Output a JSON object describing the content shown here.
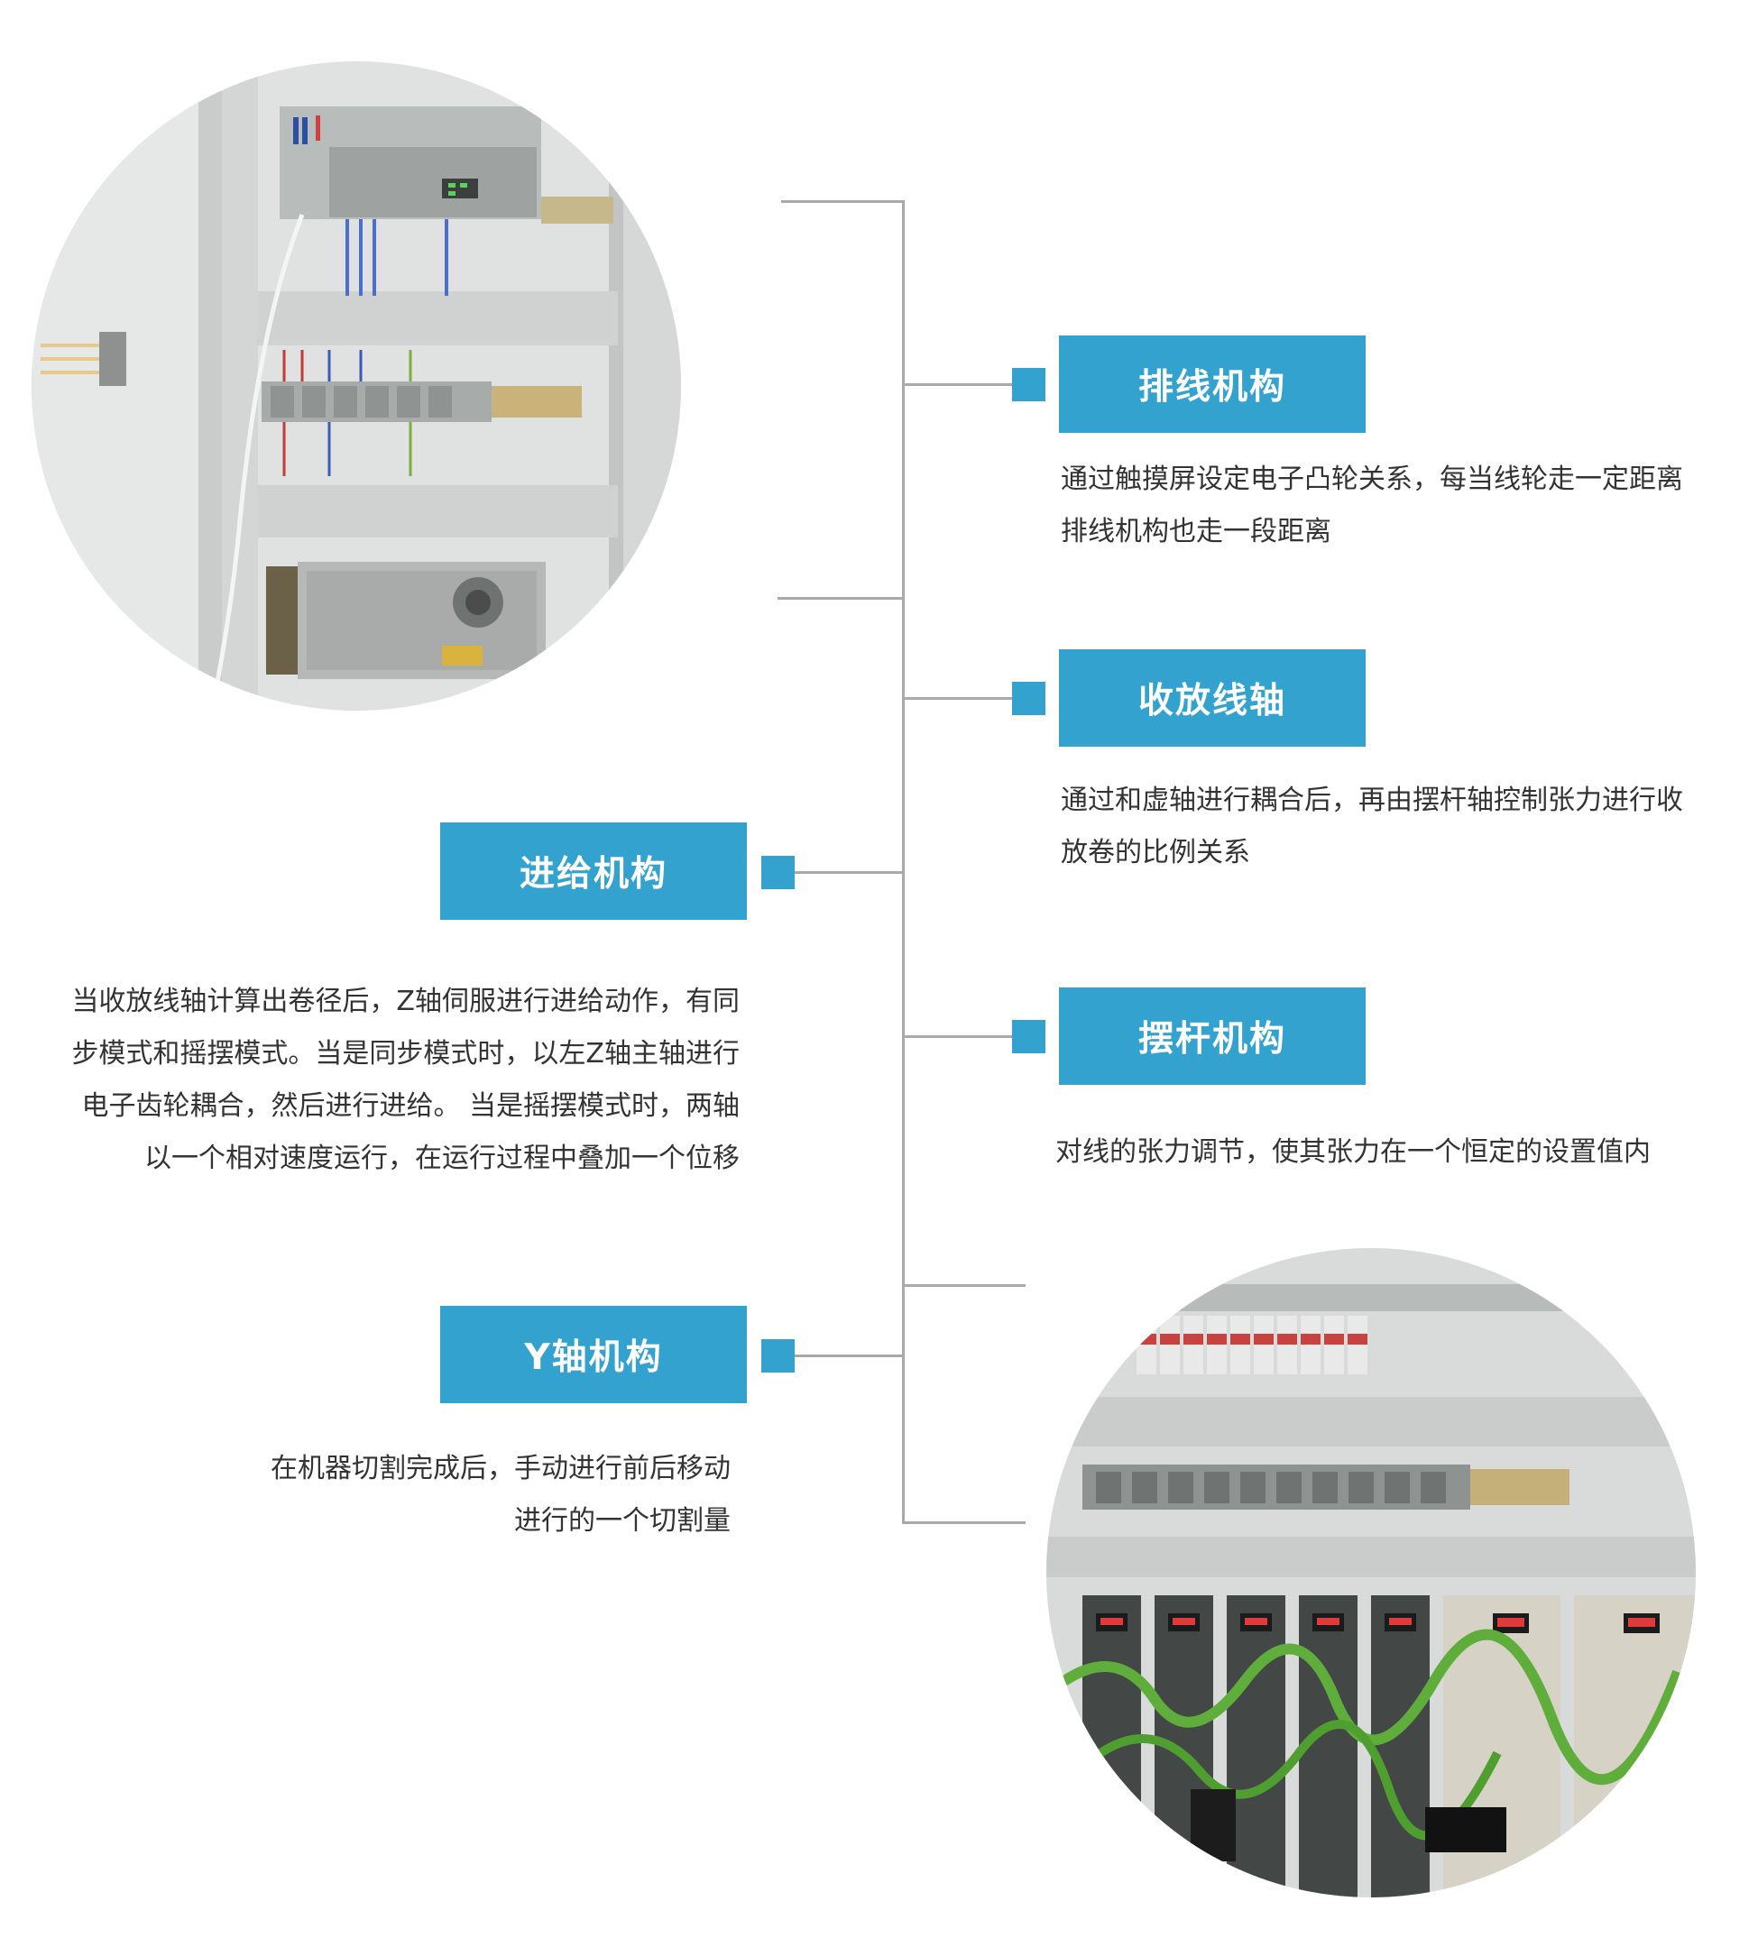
{
  "colors": {
    "accent": "#34a2cf",
    "line": "#a9a9a9",
    "text": "#333333"
  },
  "modules": [
    {
      "title": "排线机构",
      "lines": [
        "通过触摸屏设定电子凸轮关系，每当线轮走一定距离",
        "排线机构也走一段距离"
      ]
    },
    {
      "title": "收放线轴",
      "lines": [
        "通过和虚轴进行耦合后，再由摆杆轴控制张力进行收",
        "放卷的比例关系"
      ]
    },
    {
      "title": "进给机构",
      "lines": [
        "当收放线轴计算出卷径后，Z轴伺服进行进给动作，有同",
        "步模式和摇摆模式。当是同步模式时，以左Z轴主轴进行",
        "电子齿轮耦合，然后进行进给。 当是摇摆模式时，两轴",
        "以一个相对速度运行，在运行过程中叠加一个位移"
      ]
    },
    {
      "title": "摆杆机构",
      "lines": [
        "对线的张力调节，使其张力在一个恒定的设置值内"
      ]
    },
    {
      "title": "Y轴机构",
      "lines": [
        "在机器切割完成后，手动进行前后移动",
        "进行的一个切割量"
      ]
    }
  ]
}
